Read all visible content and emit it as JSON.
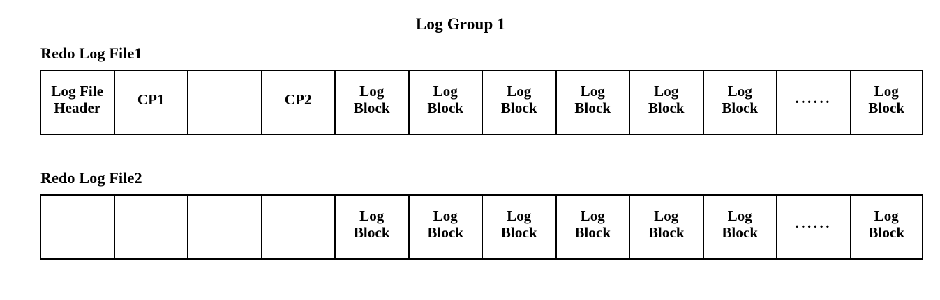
{
  "diagram": {
    "title": "Log Group 1",
    "background_color": "#ffffff",
    "line_color": "#000000",
    "text_color": "#000000",
    "files": [
      {
        "label": "Redo Log File1",
        "cells": [
          {
            "text": "Log File\nHeader",
            "kind": "label"
          },
          {
            "text": "CP1",
            "kind": "label"
          },
          {
            "text": "",
            "kind": "empty"
          },
          {
            "text": "CP2",
            "kind": "label"
          },
          {
            "text": "Log\nBlock",
            "kind": "label"
          },
          {
            "text": "Log\nBlock",
            "kind": "label"
          },
          {
            "text": "Log\nBlock",
            "kind": "label"
          },
          {
            "text": "Log\nBlock",
            "kind": "label"
          },
          {
            "text": "Log\nBlock",
            "kind": "label"
          },
          {
            "text": "Log\nBlock",
            "kind": "label"
          },
          {
            "text": "......",
            "kind": "ellipsis"
          },
          {
            "text": "Log\nBlock",
            "kind": "label"
          }
        ]
      },
      {
        "label": "Redo Log File2",
        "cells": [
          {
            "text": "",
            "kind": "empty"
          },
          {
            "text": "",
            "kind": "empty"
          },
          {
            "text": "",
            "kind": "empty"
          },
          {
            "text": "",
            "kind": "empty"
          },
          {
            "text": "Log\nBlock",
            "kind": "label"
          },
          {
            "text": "Log\nBlock",
            "kind": "label"
          },
          {
            "text": "Log\nBlock",
            "kind": "label"
          },
          {
            "text": "Log\nBlock",
            "kind": "label"
          },
          {
            "text": "Log\nBlock",
            "kind": "label"
          },
          {
            "text": "Log\nBlock",
            "kind": "label"
          },
          {
            "text": "......",
            "kind": "ellipsis"
          },
          {
            "text": "Log\nBlock",
            "kind": "label"
          }
        ]
      }
    ]
  }
}
